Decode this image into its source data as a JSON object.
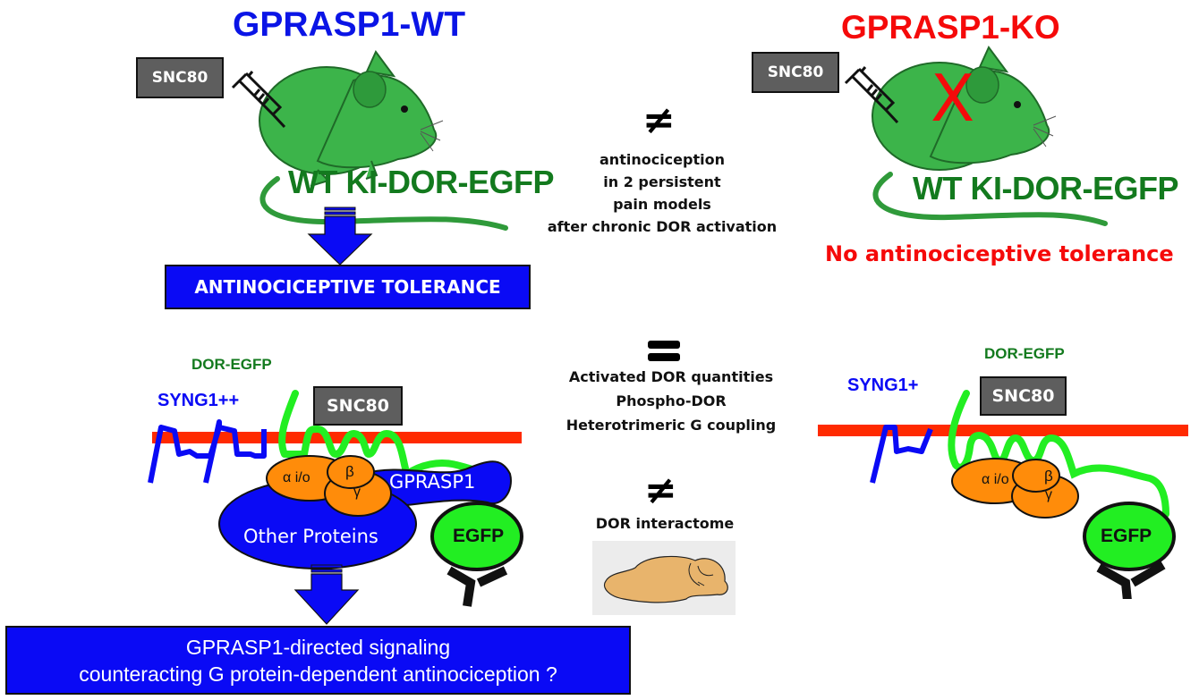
{
  "top": {
    "wt": {
      "title": "GPRASP1-WT",
      "drug_label": "SNC80",
      "strain_label": "WT KI-DOR-EGFP",
      "outcome_label": "ANTINOCICEPTIVE TOLERANCE",
      "title_color": "#0a14e6"
    },
    "ko": {
      "title": "GPRASP1-KO",
      "drug_label": "SNC80",
      "strain_label": "WT KI-DOR-EGFP",
      "ko_mark": "X",
      "outcome_label": "No antinociceptive tolerance",
      "title_color": "#f50a0a"
    },
    "comparison": {
      "symbol": "≠",
      "lines": [
        "antinociception",
        "in 2 persistent",
        "pain models",
        "after chronic DOR activation"
      ]
    }
  },
  "bottom": {
    "wt": {
      "receptor_label": "DOR-EGFP",
      "syng_label": "SYNG1++",
      "drug_label": "SNC80",
      "g_alpha": "α i/o",
      "g_beta": "β",
      "g_gamma": "γ",
      "gprasp_label": "GPRASP1",
      "other_label": "Other Proteins",
      "egfp_label": "EGFP",
      "conclusion_lines": [
        "GPRASP1-directed signaling",
        "counteracting G protein-dependent antinociception ?"
      ]
    },
    "ko": {
      "receptor_label": "DOR-EGFP",
      "syng_label": "SYNG1+",
      "drug_label": "SNC80",
      "g_alpha": "α i/o",
      "g_beta": "β",
      "g_gamma": "γ",
      "egfp_label": "EGFP"
    },
    "equal_comparison": {
      "symbol": "=",
      "lines": [
        "Activated DOR quantities",
        "Phospho-DOR",
        "Heterotrimeric G coupling"
      ]
    },
    "diff_comparison": {
      "symbol": "≠",
      "label": "DOR interactome"
    }
  },
  "colors": {
    "membrane": "#ff2a00",
    "receptor": "#22ee22",
    "g_protein": "#ff8c0a",
    "blue": "#0a0af5",
    "strain_green": "#137a1e",
    "mouse_green": "#3cb44a"
  }
}
